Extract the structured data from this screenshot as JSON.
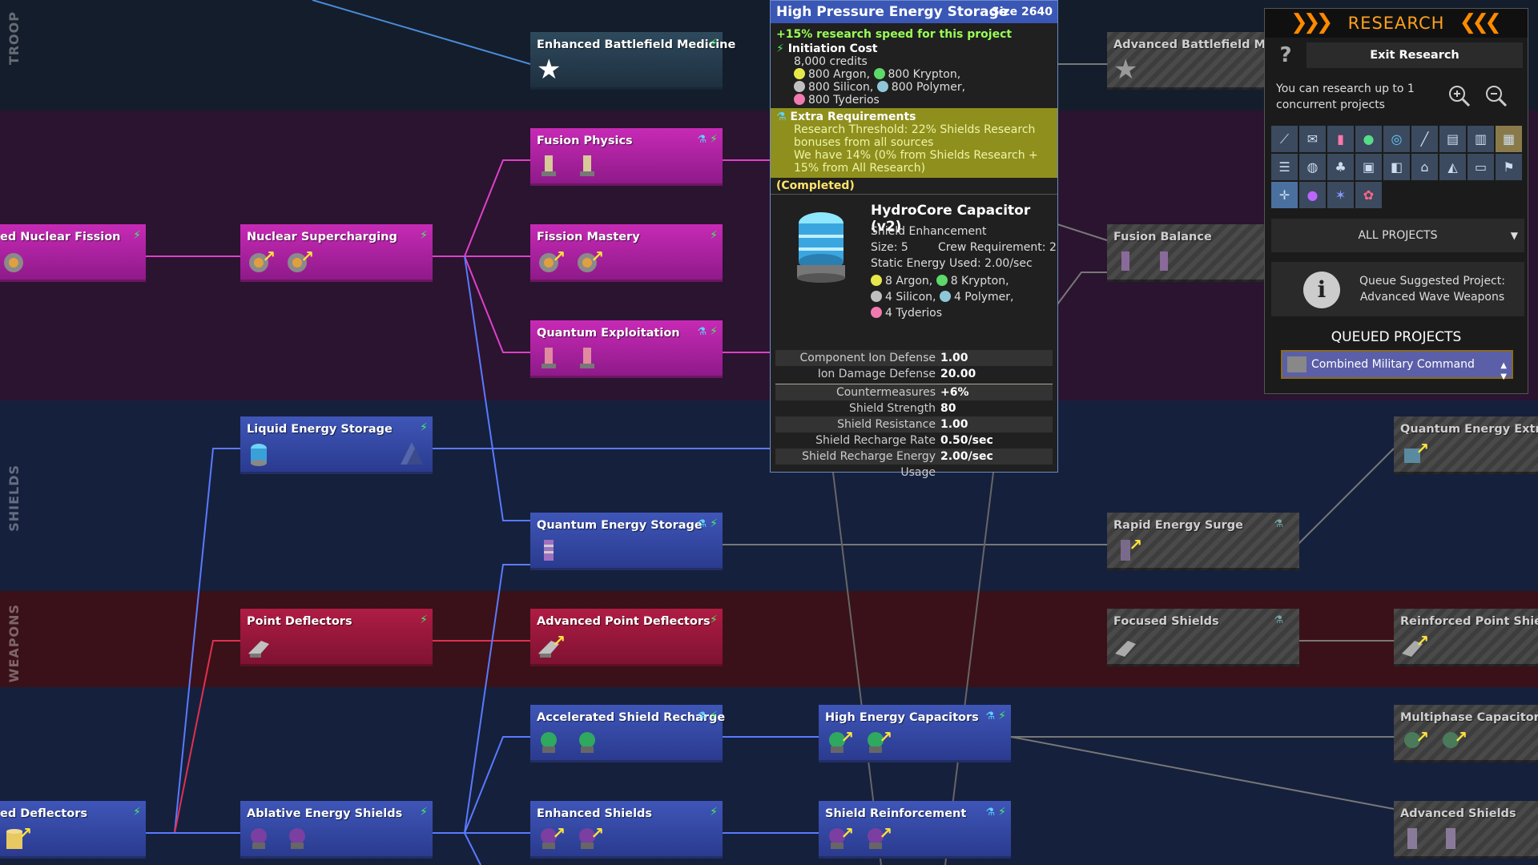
{
  "bands": [
    {
      "label": "TROOP",
      "color": "#141d2b"
    },
    {
      "label": "",
      "color": "#2a1430"
    },
    {
      "label": "SHIELDS",
      "color": "#15203d"
    },
    {
      "label": "WEAPONS",
      "color": "#3a1118"
    },
    {
      "label": "",
      "color": "#15203d"
    }
  ],
  "nodes": {
    "enhanced_battlefield_medicine": "Enhanced Battlefield Medicine",
    "fusion_physics": "Fusion Physics",
    "fission_mastery": "Fission Mastery",
    "quantum_exploitation": "Quantum Exploitation",
    "nuclear_fission": "ed Nuclear Fission",
    "nuclear_supercharging": "Nuclear Supercharging",
    "liquid_energy_storage": "Liquid Energy Storage",
    "quantum_energy_storage": "Quantum Energy Storage",
    "point_deflectors": "Point Deflectors",
    "advanced_point_deflectors": "Advanced Point Deflectors",
    "accelerated_shield_recharge": "Accelerated Shield Recharge",
    "high_energy_capacitors": "High Energy Capacitors",
    "ablative_energy_shields": "Ablative Energy Shields",
    "enhanced_shields": "Enhanced Shields",
    "shield_reinforcement": "Shield Reinforcement",
    "deflectors": "ed Deflectors",
    "advanced_battlefield_medicine": "Advanced Battlefield Medic",
    "fusion_balance": "Fusion Balance",
    "rapid_energy_surge": "Rapid Energy Surge",
    "focused_shields": "Focused Shields",
    "quantum_energy_extract": "Quantum Energy Extract",
    "reinforced_point_shields": "Reinforced Point Shields",
    "multiphase_capacitors": "Multiphase Capacitors",
    "advanced_shields": "Advanced Shields"
  },
  "tooltip": {
    "title": "High Pressure Energy Storage",
    "size": "Size 2640",
    "bonus": "+15% research speed for this project",
    "initiation_cost": "Initiation Cost",
    "credits": "8,000 credits",
    "cost_argon": "800 Argon,",
    "cost_krypton": "800 Krypton,",
    "cost_silicon": "800 Silicon,",
    "cost_polymer": "800 Polymer,",
    "cost_tyderios": "800 Tyderios",
    "extra_requirements": "Extra Requirements",
    "threshold": "Research Threshold: 22% Shields Research bonuses from all sources",
    "have": "We have 14% (0% from Shields Research + 15% from All Research)",
    "completed": "(Completed)",
    "component": {
      "name": "HydroCore Capacitor (v2)",
      "type": "Shield Enhancement",
      "size": "Size: 5",
      "crew": "Crew Requirement: 2",
      "energy": "Static Energy Used: 2.00/sec",
      "res_argon": "8 Argon,",
      "res_krypton": "8 Krypton,",
      "res_silicon": "4 Silicon,",
      "res_polymer": "4 Polymer,",
      "res_tyderios": "4 Tyderios"
    },
    "stats": [
      {
        "k": "Component Ion Defense",
        "v": "1.00"
      },
      {
        "k": "Ion Damage Defense",
        "v": "20.00"
      },
      {
        "k": "Countermeasures",
        "v": "+6%"
      },
      {
        "k": "Shield Strength",
        "v": "80"
      },
      {
        "k": "Shield Resistance",
        "v": "1.00"
      },
      {
        "k": "Shield Recharge Rate",
        "v": "0.50/sec"
      },
      {
        "k": "Shield Recharge Energy Usage",
        "v": "2.00/sec"
      }
    ]
  },
  "research_panel": {
    "title": "RESEARCH",
    "help": "?",
    "exit": "Exit Research",
    "concurrent": "You can research up to 1 concurrent projects",
    "filter": "ALL PROJECTS",
    "suggest": "Queue Suggested Project: Advanced Wave Weapons",
    "queued_title": "QUEUED PROJECTS",
    "queued_item": "Combined Military Command"
  },
  "colors": {
    "pink": "#c72ab5",
    "blue": "#3f56b8",
    "red": "#b01c44",
    "accent_orange": "#ffa01e",
    "bolt_green": "#44ee66"
  }
}
